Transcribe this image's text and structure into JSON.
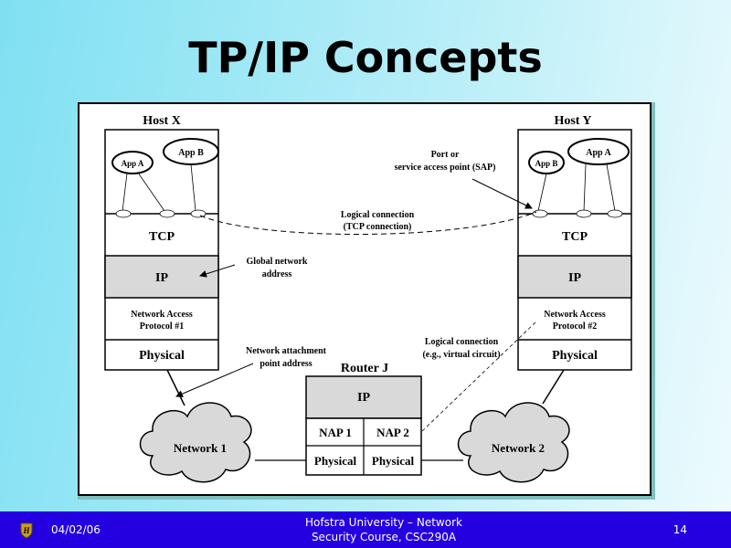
{
  "slide": {
    "title": "TP/IP Concepts"
  },
  "diagram": {
    "host_x": {
      "title": "Host X",
      "apps": [
        "App A",
        "App B"
      ],
      "layers": [
        "TCP",
        "IP",
        "Network Access",
        "Protocol #1",
        "Physical"
      ]
    },
    "host_y": {
      "title": "Host Y",
      "apps": [
        "App B",
        "App A"
      ],
      "layers": [
        "TCP",
        "IP",
        "Network Access",
        "Protocol #2",
        "Physical"
      ]
    },
    "router": {
      "title": "Router J",
      "layers": [
        "IP",
        "NAP 1",
        "NAP 2",
        "Physical",
        "Physical"
      ]
    },
    "networks": [
      "Network 1",
      "Network 2"
    ],
    "annotations": {
      "port_line1": "Port or",
      "port_line2": "service access point (SAP)",
      "logical_tcp_line1": "Logical connection",
      "logical_tcp_line2": "(TCP connection)",
      "global_addr_line1": "Global network",
      "global_addr_line2": "address",
      "attach_line1": "Network attachment",
      "attach_line2": "point address",
      "logical_vc_line1": "Logical connection",
      "logical_vc_line2": "(e.g., virtual circuit)"
    },
    "colors": {
      "ip_fill": "#d9d9d9",
      "cloud_fill": "#d9d9d9"
    }
  },
  "footer": {
    "date": "04/02/06",
    "course_line1": "Hofstra University – Network",
    "course_line2": "Security Course, CSC290A",
    "page_number": "14",
    "background": "#2400e0"
  }
}
